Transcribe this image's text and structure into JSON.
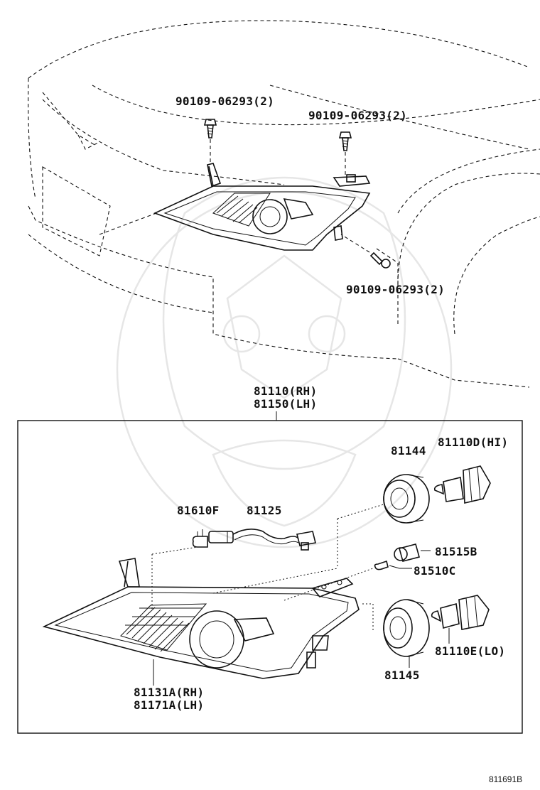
{
  "labels": {
    "bolt_1": "90109-06293(2)",
    "bolt_2": "90109-06293(2)",
    "bolt_3": "90109-06293(2)",
    "assy_rh": "81110(RH)",
    "assy_lh": "81150(LH)",
    "cap_hi": "81144",
    "bulb_hi": "81110D(HI)",
    "bulb_f": "81610F",
    "socket": "81125",
    "socket_b": "81515B",
    "bulb_c": "81510C",
    "housing_rh": "81131A(RH)",
    "housing_lh": "81171A(LH)",
    "cap_lo": "81145",
    "bulb_lo": "81110E(LO)",
    "figure_id": "811691B"
  }
}
